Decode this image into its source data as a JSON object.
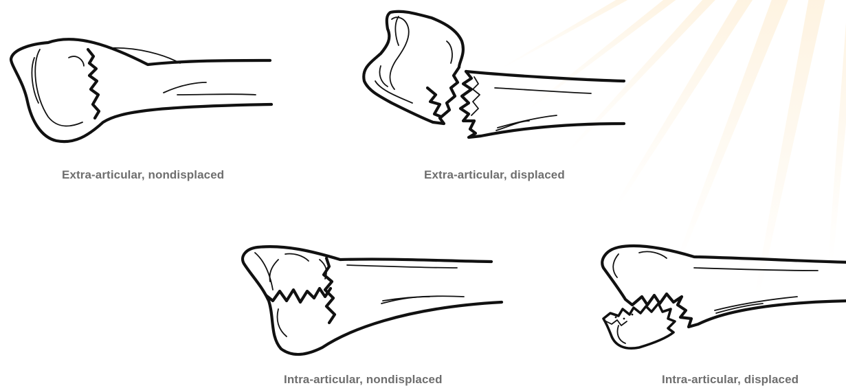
{
  "figure": {
    "ray_color": "#f6b13c",
    "panels": [
      {
        "id": "extra-nondisplaced",
        "caption": "Extra-articular, nondisplaced"
      },
      {
        "id": "extra-displaced",
        "caption": "Extra-articular, displaced"
      },
      {
        "id": "intra-nondisplaced",
        "caption": "Intra-articular, nondisplaced"
      },
      {
        "id": "intra-displaced",
        "caption": "Intra-articular, displaced"
      }
    ]
  }
}
